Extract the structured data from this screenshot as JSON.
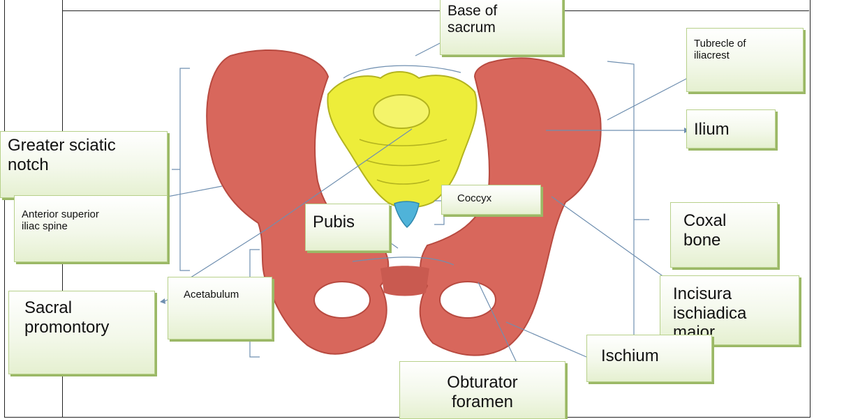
{
  "labels": {
    "base_of_sacrum": "Base of\nsacrum",
    "tubercle_of_iliac_crest": "Tubrecle of\niliacrest",
    "ilium": "Ilium",
    "greater_sciatic_notch": "Greater sciatic\nnotch",
    "anterior_superior_iliac_spine": "Anterior superior\niliac spine",
    "coccyx": "Coccyx",
    "pubis": "Pubis",
    "coxal_bone": "Coxal\nbone",
    "acetabulum": "Acetabulum",
    "sacral_promontory": "Sacral\npromontory",
    "incisura_ischiadica_major": "Incisura\nischiadica major",
    "ischium": "Ischium",
    "obturator_foramen": "Obturator\nforamen"
  },
  "colors": {
    "bone": "#d8675c",
    "bone_dark": "#b84a40",
    "sacrum": "#eded3a",
    "coccyx": "#4fb3d9",
    "leader_line": "#6f8fb0",
    "label_border": "#b7d08a"
  }
}
